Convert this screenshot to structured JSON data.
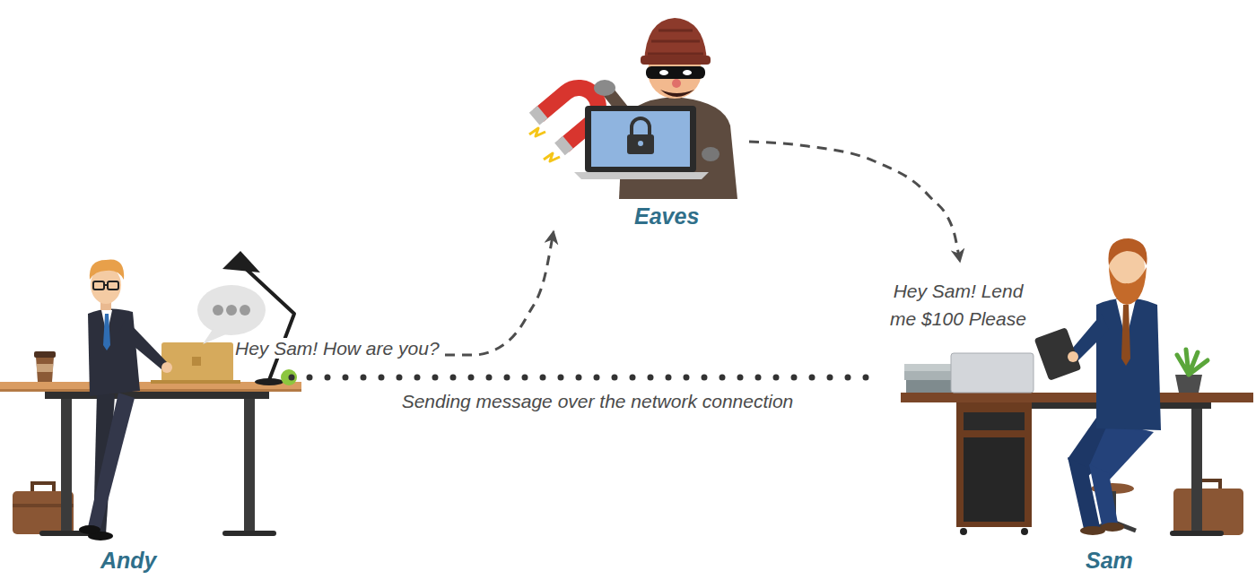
{
  "diagram": {
    "nodes": [
      {
        "text": [
          "Eaves"
        ]
      },
      {
        "text": [
          "Andy"
        ]
      },
      {
        "text": [
          "Sam"
        ]
      }
    ],
    "edges": [
      {
        "from": 1,
        "to": 0,
        "arrow": "to",
        "label": "Hey Sam! How are you?"
      },
      {
        "from": 0,
        "to": 2,
        "arrow": "to",
        "label": "Hey Sam! Lend me $100 Please"
      },
      {
        "from": 1,
        "to": 2,
        "arrow": "none",
        "label": "Sending message over the network connection"
      }
    ]
  }
}
